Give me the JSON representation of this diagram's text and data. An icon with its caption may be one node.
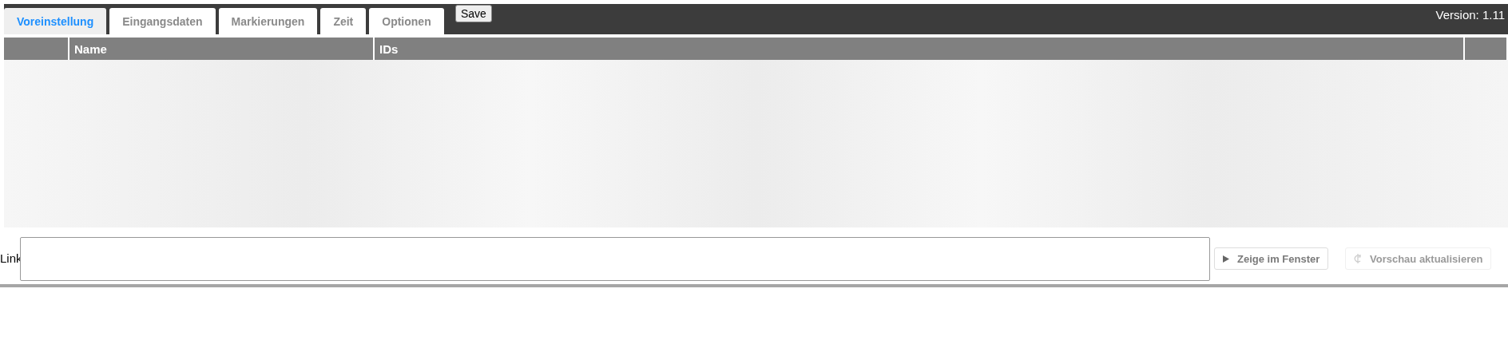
{
  "diagram": {
    "labels": [
      "Voreinstellung",
      "Eingangsdaten",
      "Markierungen",
      "Zeit",
      "Optionen",
      "Save",
      "Version: 1.11",
      "Name",
      "IDs",
      "Link",
      "Zeige im Fenster",
      "Vorschau aktualisieren"
    ]
  }
}
